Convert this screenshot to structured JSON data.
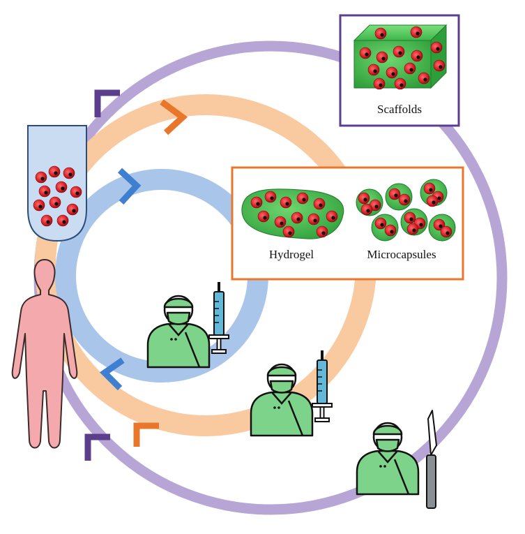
{
  "labels": {
    "scaffolds": "Scaffolds",
    "hydrogel": "Hydrogel",
    "microcapsules": "Microcapsules"
  },
  "colors": {
    "purple_ring": "#b7a5d6",
    "purple_arrow": "#5b3f8c",
    "orange_ring": "#f9c9a0",
    "orange_arrow": "#e8762b",
    "blue_ring": "#a9c5ea",
    "blue_arrow": "#3f7fd0",
    "cell_red": "#d61f26",
    "gel_green": "#3db54a",
    "body_pink": "#f4a9ad",
    "surgeon_green": "#7dd389",
    "syringe_blue": "#63b8d8"
  },
  "icons": [
    "test-tube-icon",
    "human-body-icon",
    "surgeon-icon",
    "syringe-icon",
    "scalpel-icon",
    "cell-icon"
  ]
}
